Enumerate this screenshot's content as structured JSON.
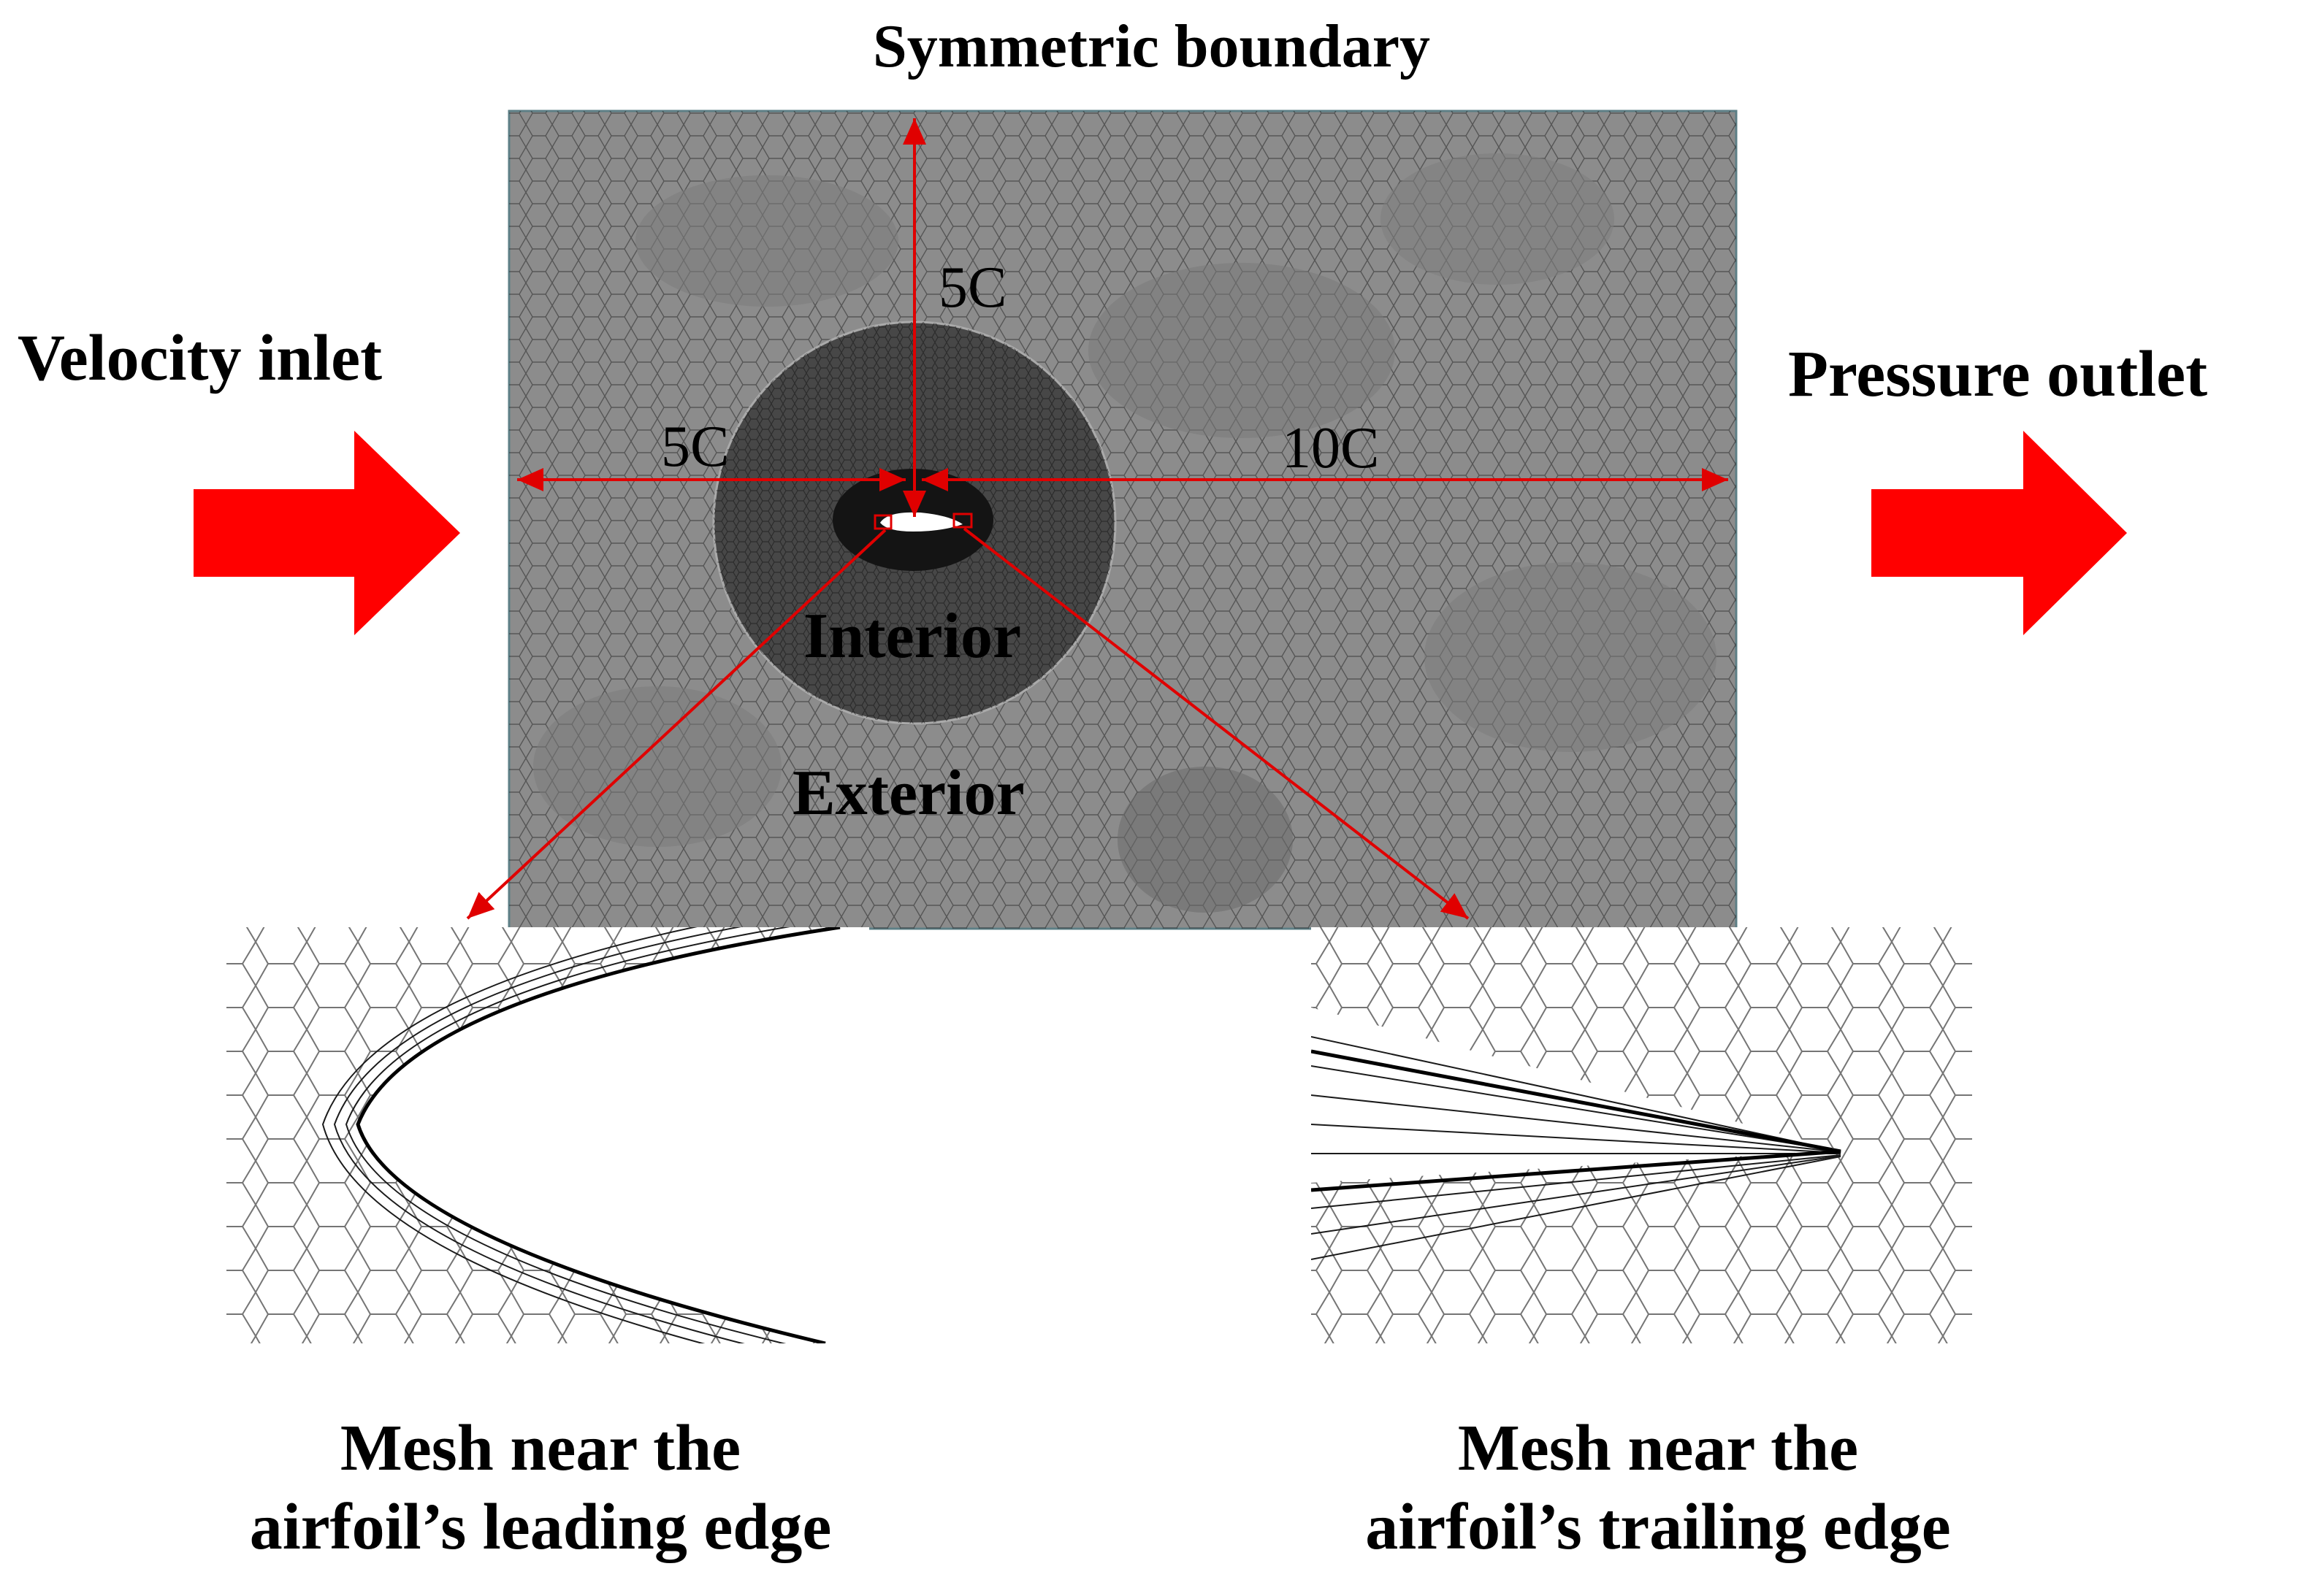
{
  "title": "Symmetric boundary",
  "inlet_label": "Velocity inlet",
  "outlet_label": "Pressure outlet",
  "dimensions": {
    "upstream": "5C",
    "vertical": "5C",
    "downstream": "10C"
  },
  "regions": {
    "interior": "Interior",
    "exterior": "Exterior"
  },
  "captions": {
    "leading_edge": "Mesh near the\nairfoil’s leading edge",
    "trailing_edge": "Mesh near the\nairfoil’s trailing edge"
  },
  "colors": {
    "arrow": "#ff0000",
    "annotation": "#e00000",
    "domain_fill": "#8c8c8c",
    "interior_fill": "#474747",
    "mesh_line": "#1a1a1a"
  }
}
